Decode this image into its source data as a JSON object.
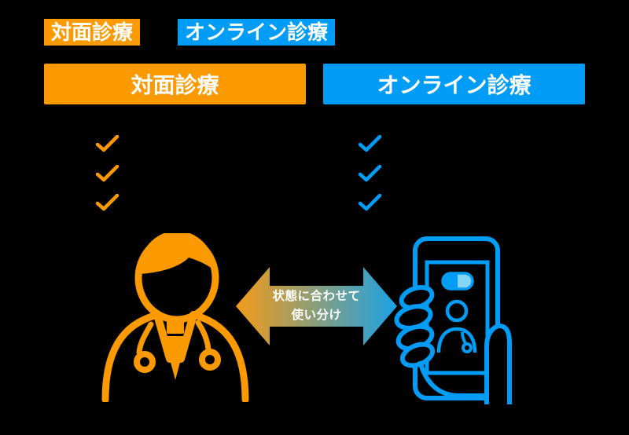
{
  "title_legend": {
    "taimen": "対面診療",
    "online": "オンライン診療"
  },
  "columns": {
    "taimen": {
      "header": "対面診療",
      "check_count": 3,
      "check_color": "#FA9900"
    },
    "online": {
      "header": "オンライン診療",
      "check_count": 3,
      "check_color": "#009CF5"
    }
  },
  "arrow": {
    "line1": "状態に合わせて",
    "line2": "使い分け",
    "gradient_from": "#F59B16",
    "gradient_to": "#1BA1E5"
  },
  "colors": {
    "background": "#000000",
    "orange": "#FA9900",
    "blue": "#009CF5",
    "pill_light_blue": "#86D3F8",
    "text_on_color": "#FFFFFF"
  },
  "icons": {
    "left": "doctor-icon",
    "right": "smartphone-in-hand-icon",
    "center": "two-way-arrow-icon",
    "list_marker": "check-icon"
  }
}
